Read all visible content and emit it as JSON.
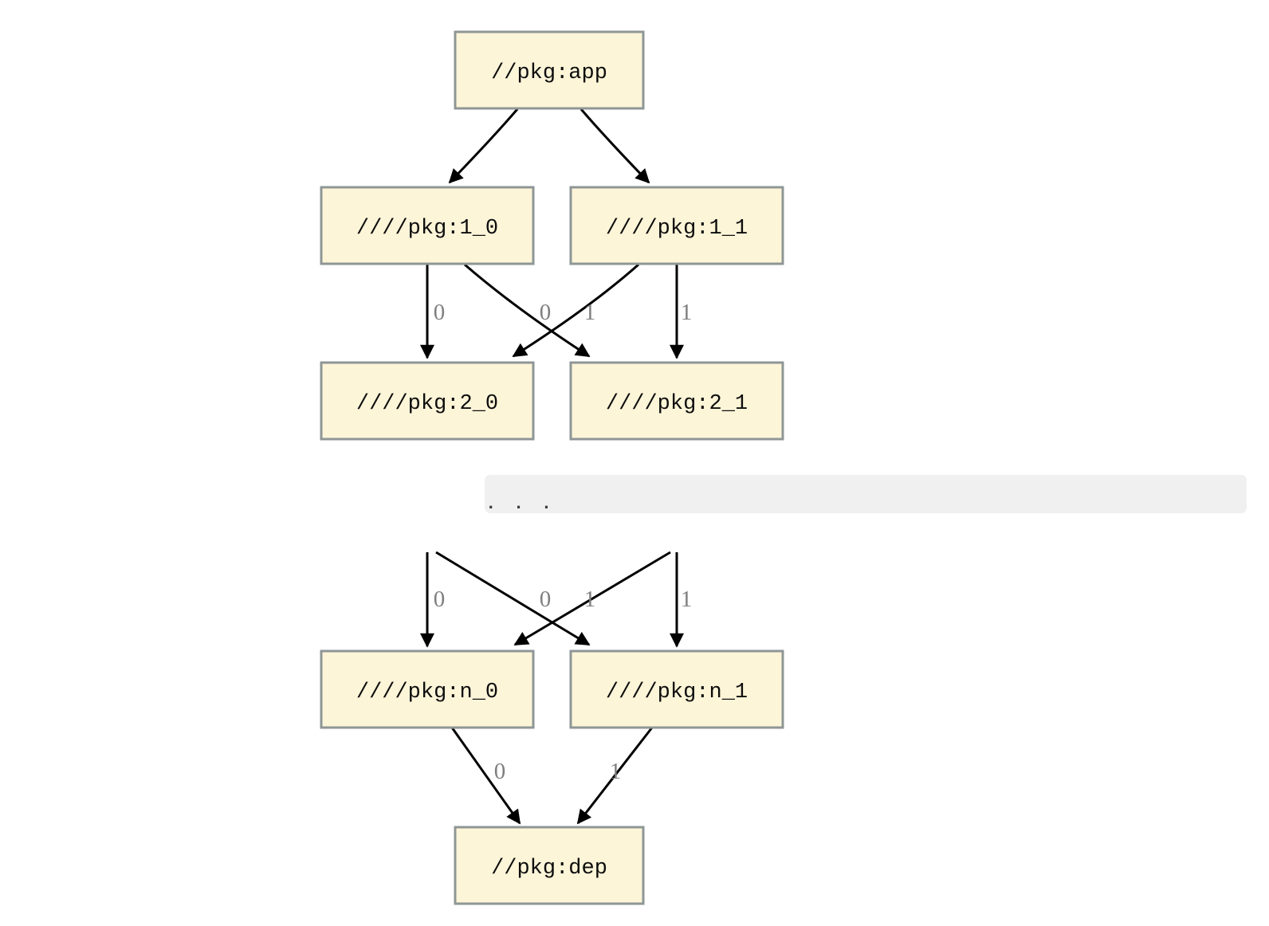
{
  "diagram": {
    "kind": "dependency-graph",
    "colors": {
      "node_fill": "#fdf5d8",
      "node_border": "#8f9696",
      "edge": "#000000",
      "edge_label": "#7f7f7f",
      "truncation_bar": "#f0f0f1",
      "background": "#ffffff"
    },
    "nodes": [
      {
        "id": "app",
        "label": "//pkg:app"
      },
      {
        "id": "1_0",
        "label": "////pkg:1_0"
      },
      {
        "id": "1_1",
        "label": "////pkg:1_1"
      },
      {
        "id": "2_0",
        "label": "////pkg:2_0"
      },
      {
        "id": "2_1",
        "label": "////pkg:2_1"
      },
      {
        "id": "n_0",
        "label": "////pkg:n_0"
      },
      {
        "id": "n_1",
        "label": "////pkg:n_1"
      },
      {
        "id": "dep",
        "label": "//pkg:dep"
      }
    ],
    "edges": [
      {
        "from": "//pkg:app",
        "to": "////pkg:1_0",
        "label": ""
      },
      {
        "from": "//pkg:app",
        "to": "////pkg:1_1",
        "label": ""
      },
      {
        "from": "////pkg:1_0",
        "to": "////pkg:2_0",
        "label": "0"
      },
      {
        "from": "////pkg:1_1",
        "to": "////pkg:2_0",
        "label": "0"
      },
      {
        "from": "////pkg:1_0",
        "to": "////pkg:2_1",
        "label": "1"
      },
      {
        "from": "////pkg:1_1",
        "to": "////pkg:2_1",
        "label": "1"
      },
      {
        "from": "",
        "to": "////pkg:n_0",
        "label": "0",
        "source_hidden": true
      },
      {
        "from": "",
        "to": "////pkg:n_0",
        "label": "0",
        "source_hidden": true
      },
      {
        "from": "",
        "to": "////pkg:n_1",
        "label": "1",
        "source_hidden": true
      },
      {
        "from": "",
        "to": "////pkg:n_1",
        "label": "1",
        "source_hidden": true
      },
      {
        "from": "////pkg:n_0",
        "to": "//pkg:dep",
        "label": "0"
      },
      {
        "from": "////pkg:n_1",
        "to": "//pkg:dep",
        "label": "1"
      }
    ],
    "ellipsis_label": ". . ."
  }
}
